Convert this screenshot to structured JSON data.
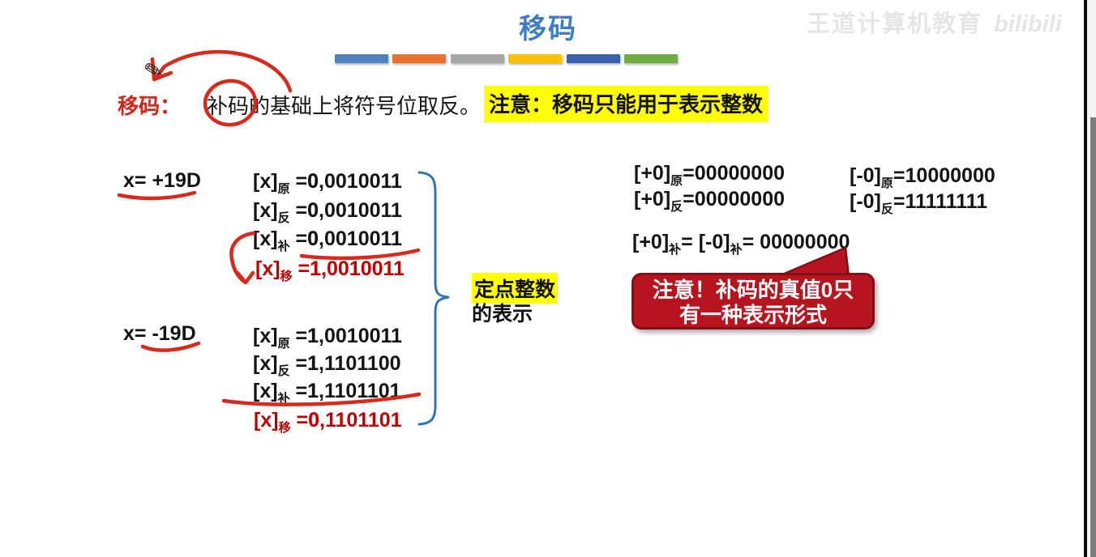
{
  "title": "移码",
  "watermark": {
    "brand": "王道计算机教育",
    "platform": "bilibili"
  },
  "decor_bars": [
    "#4E81BD",
    "#E8722D",
    "#A6A6A6",
    "#FFC000",
    "#3B61AD",
    "#6EAC44"
  ],
  "colors": {
    "title_blue": "#3E7DC1",
    "pen_red": "#D8291B",
    "excess_dark_red": "#C00000",
    "highlight_yellow": "#FFFF00",
    "callout_red": "#B6141E",
    "brace_blue": "#2E75B6"
  },
  "definition": {
    "term": "移码：",
    "body": "补码的基础上将符号位取反。",
    "note": "注意：移码只能用于表示整数"
  },
  "examples": [
    {
      "x": "x= +19D",
      "rows": [
        {
          "label": "[x]",
          "sub": "原",
          "eq": " =",
          "sign": "0",
          "rest": ",0010011"
        },
        {
          "label": "[x]",
          "sub": "反",
          "eq": " =",
          "sign": "0",
          "rest": ",0010011"
        },
        {
          "label": "[x]",
          "sub": "补",
          "eq": " =",
          "sign": "0",
          "rest": ",0010011"
        },
        {
          "label": "[x]",
          "sub": "移",
          "eq": " =",
          "sign": "1",
          "rest": ",0010011"
        }
      ]
    },
    {
      "x": "x= -19D",
      "rows": [
        {
          "label": "[x]",
          "sub": "原",
          "eq": " =",
          "sign": "1",
          "rest": ",0010011"
        },
        {
          "label": "[x]",
          "sub": "反",
          "eq": " =",
          "sign": "1",
          "rest": ",1101100"
        },
        {
          "label": "[x]",
          "sub": "补",
          "eq": " =",
          "sign": "1",
          "rest": ",1101101"
        },
        {
          "label": "[x]",
          "sub": "移",
          "eq": " =",
          "sign": "0",
          "rest": ",1101101"
        }
      ]
    }
  ],
  "brace_label": {
    "highlight": "定点整数",
    "rest": "的表示"
  },
  "zeros": {
    "plus": [
      {
        "label": "[+0]",
        "sub": "原",
        "eq": "=",
        "value": "00000000"
      },
      {
        "label": "[+0]",
        "sub": "反",
        "eq": "=",
        "value": "00000000"
      }
    ],
    "minus": [
      {
        "label": "[-0]",
        "sub": "原",
        "eq": "=",
        "value": "10000000"
      },
      {
        "label": "[-0]",
        "sub": "反",
        "eq": "=",
        "value": "11111111"
      }
    ],
    "comp": {
      "l1": "[+0]",
      "s1": "补",
      "eq1": "= ",
      "l2": "[-0]",
      "s2": "补",
      "eq2": "= ",
      "value": "00000000"
    }
  },
  "callout": {
    "line1": "注意！补码的真值0只",
    "line2": "有一种表示形式"
  }
}
